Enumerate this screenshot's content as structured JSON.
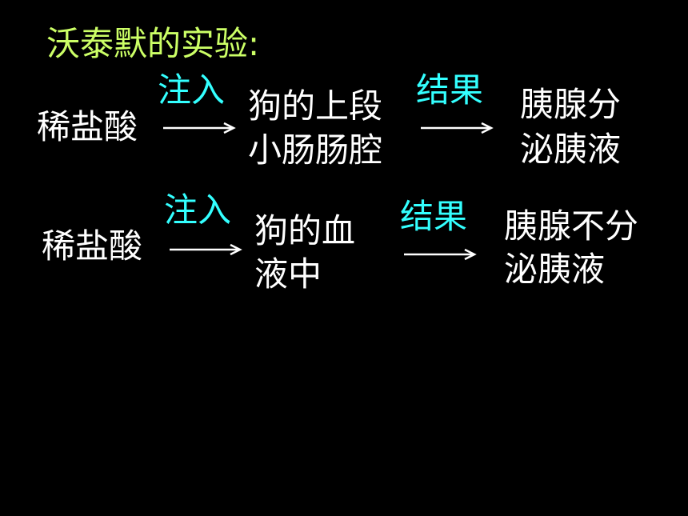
{
  "title": "沃泰默的实验:",
  "colors": {
    "background": "#000000",
    "title": "#ccff66",
    "label": "#33ffff",
    "text": "#ffffff"
  },
  "rows": [
    {
      "source": "稀盐酸",
      "action": "注入",
      "target_line1": "狗的上段",
      "target_line2": "小肠肠腔",
      "relation": "结果",
      "result_line1": "胰腺分",
      "result_line2": "泌胰液"
    },
    {
      "source": "稀盐酸",
      "action": "注入",
      "target_line1": "狗的血",
      "target_line2": "液中",
      "relation": "结果",
      "result_line1": "胰腺不分",
      "result_line2": "泌胰液"
    }
  ]
}
